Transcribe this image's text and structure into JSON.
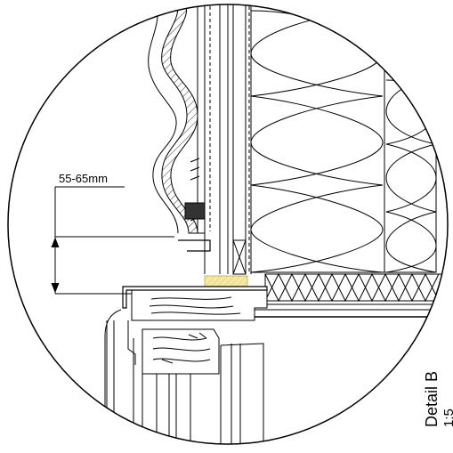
{
  "drawing": {
    "dimension_text": "55-65mm",
    "title": "Detail B",
    "scale": "1:5"
  },
  "colors": {
    "line": "#000000",
    "highlight_fill": "#f4e9a8",
    "highlight_hatch": "#d8c56a",
    "background": "#ffffff"
  }
}
